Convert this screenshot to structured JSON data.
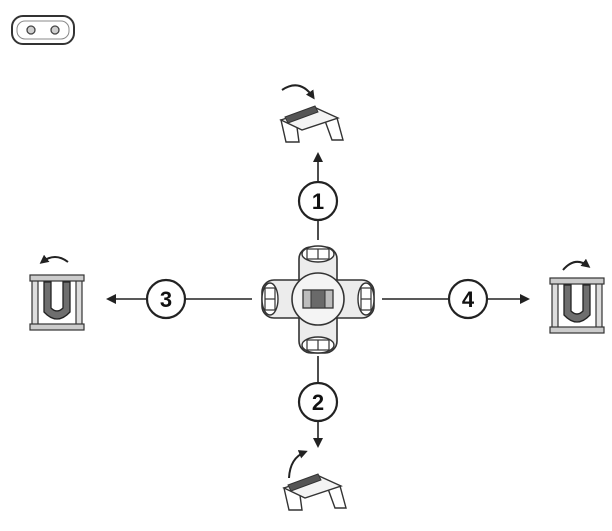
{
  "colors": {
    "line": "#222222",
    "stroke": "#3a3a3a",
    "fill_light": "#eeeeee",
    "fill_mid": "#bdbdbd",
    "fill_dark": "#555555"
  },
  "icons": {
    "corner": "two-hole-plate-icon",
    "center": "cross-connector-icon",
    "top": "clip-rotate-icon",
    "bottom": "clip-rotate-icon",
    "left": "u-bracket-rotate-icon",
    "right": "u-bracket-rotate-icon"
  },
  "steps": {
    "up": "1",
    "down": "2",
    "left": "3",
    "right": "4"
  }
}
